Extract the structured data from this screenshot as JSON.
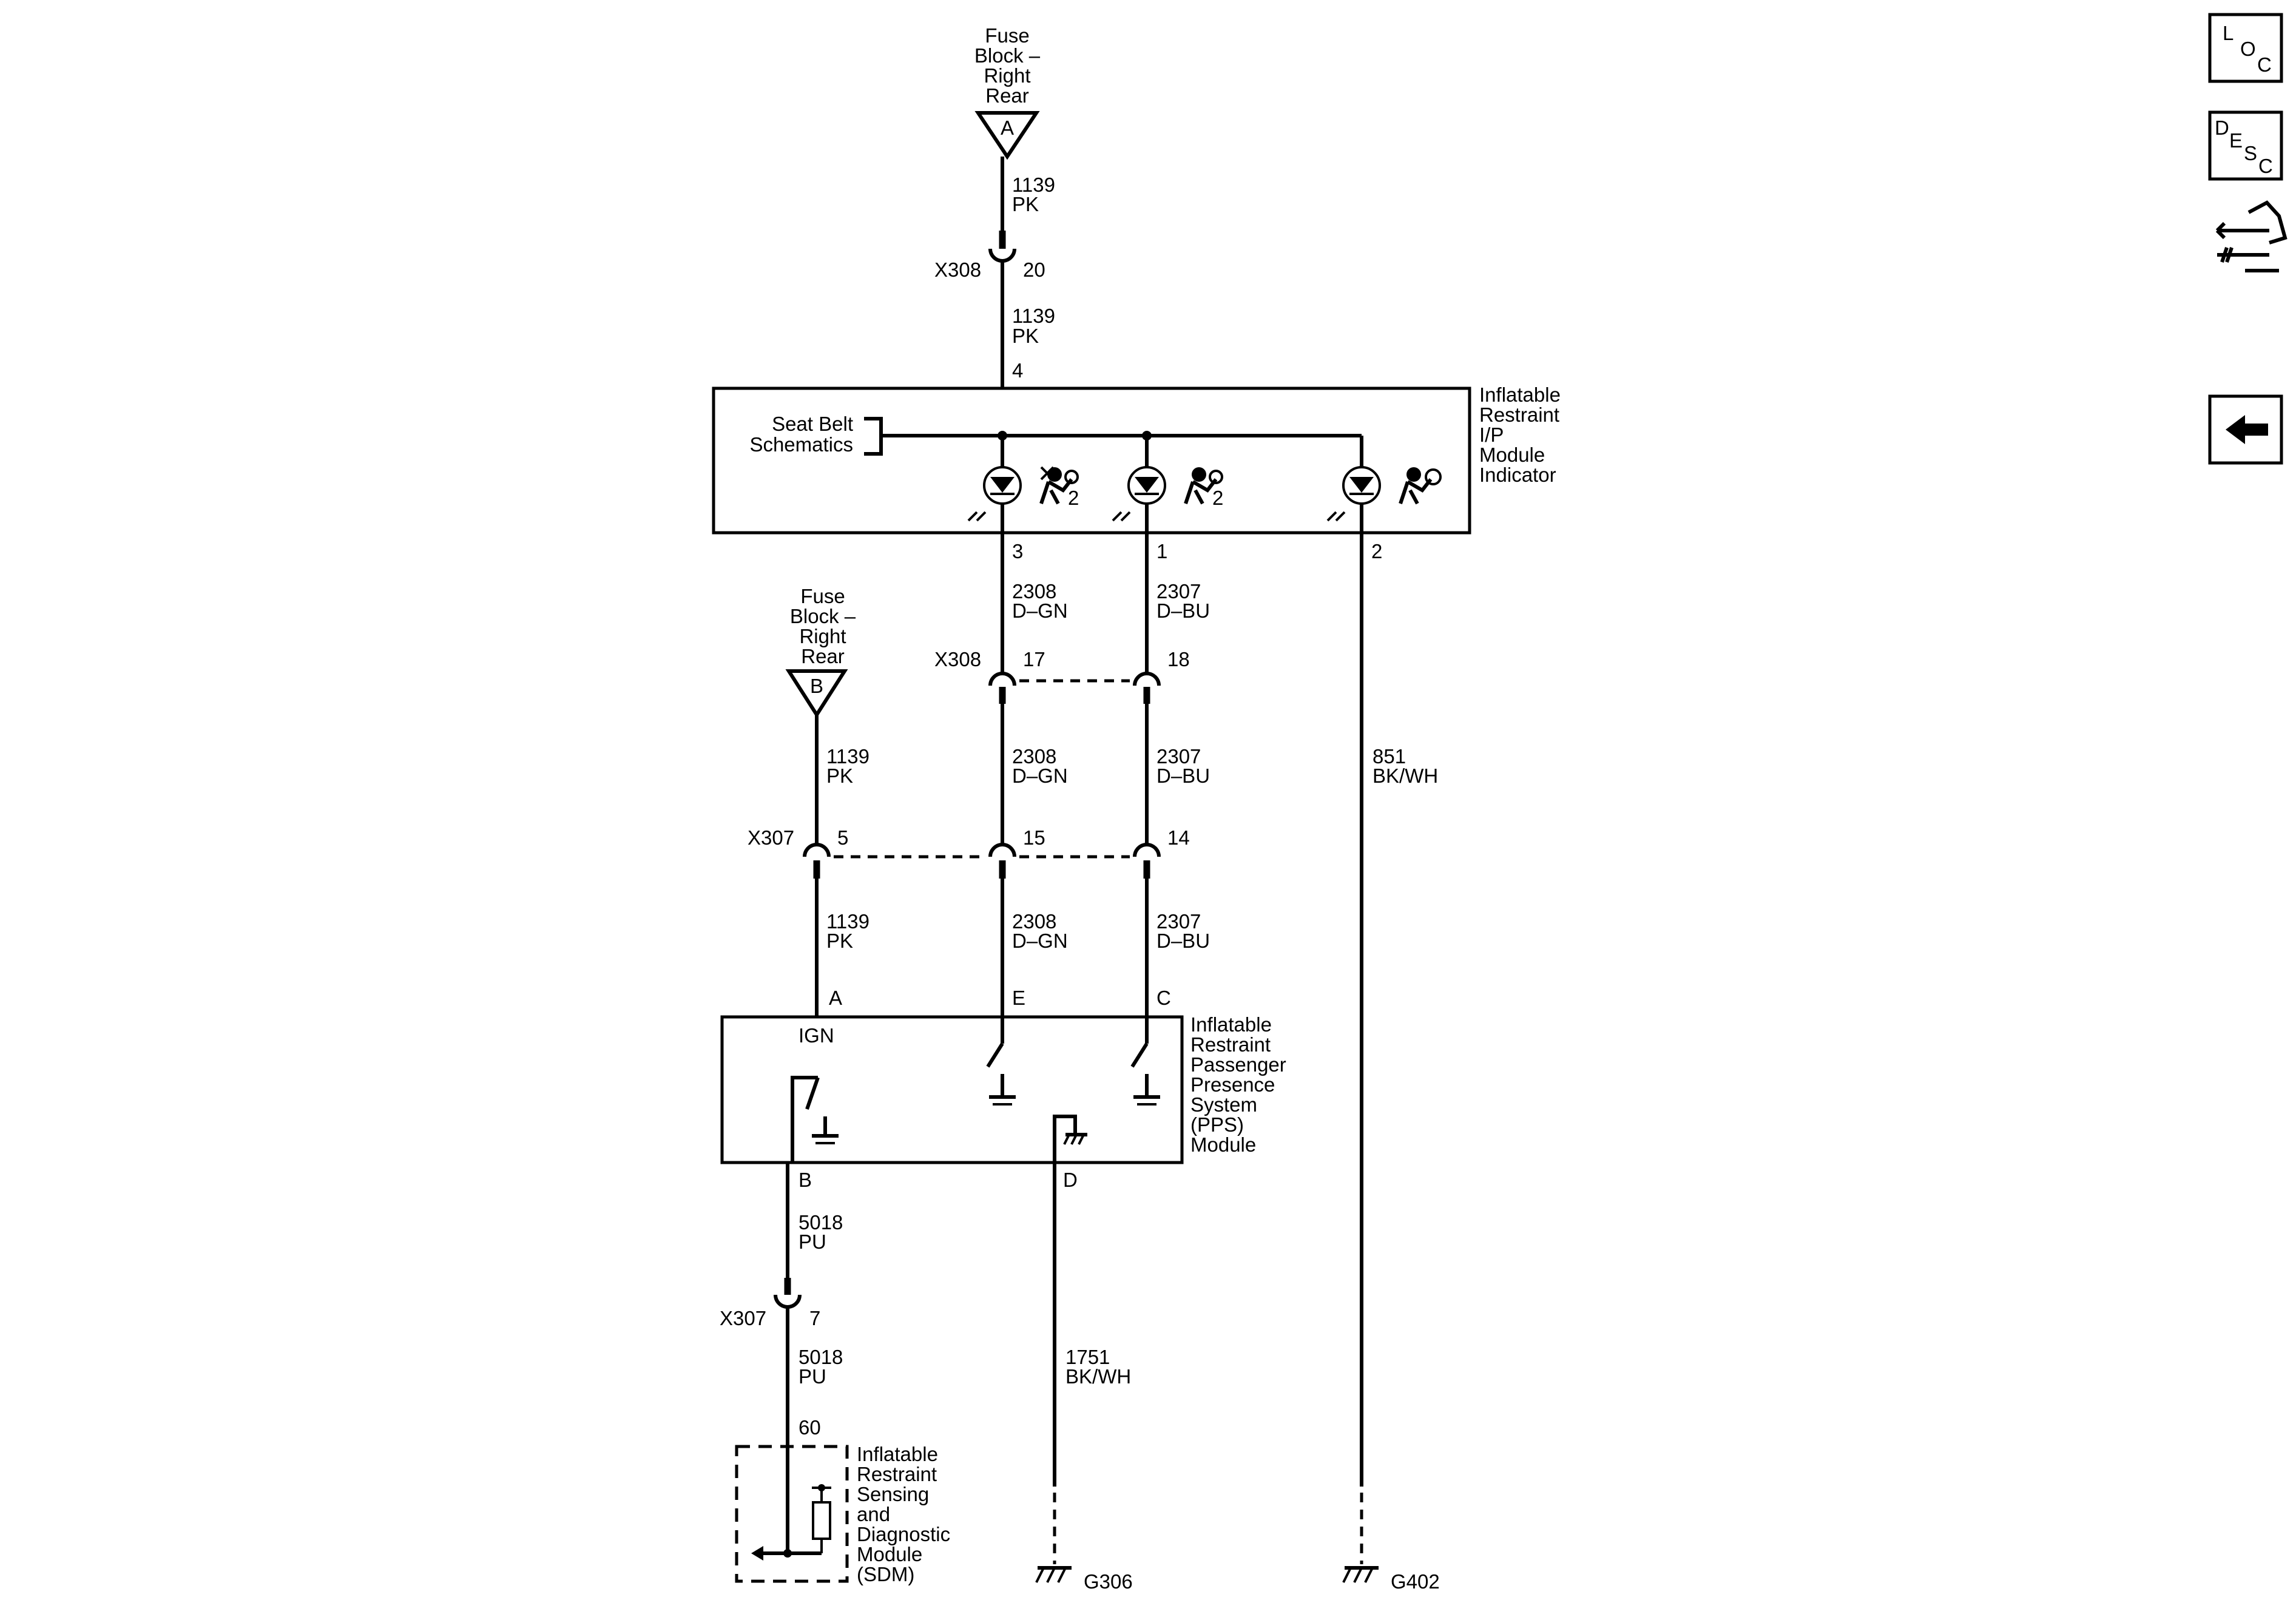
{
  "nav": {
    "loc_letters": [
      "L",
      "O",
      "C"
    ],
    "desc_letters": [
      "D",
      "E",
      "S",
      "C"
    ],
    "icons": [
      "loc-icon",
      "desc-icon",
      "connector-tools-icon",
      "back-arrow-icon"
    ]
  },
  "fuse_a": {
    "lines": [
      "Fuse",
      "Block –",
      "Right",
      "Rear"
    ],
    "letter": "A"
  },
  "fuse_b": {
    "lines": [
      "Fuse",
      "Block –",
      "Right",
      "Rear"
    ],
    "letter": "B"
  },
  "wires": {
    "w1139_top": [
      "1139",
      "PK"
    ],
    "w1139_mid": [
      "1139",
      "PK"
    ],
    "w2308_a": [
      "2308",
      "D–GN"
    ],
    "w2307_a": [
      "2307",
      "D–BU"
    ],
    "w2308_b": [
      "2308",
      "D–GN"
    ],
    "w2307_b": [
      "2307",
      "D–BU"
    ],
    "w1139_b1": [
      "1139",
      "PK"
    ],
    "w1139_b2": [
      "1139",
      "PK"
    ],
    "w2308_c": [
      "2308",
      "D–GN"
    ],
    "w2307_c": [
      "2307",
      "D–BU"
    ],
    "w851": [
      "851",
      "BK/WH"
    ],
    "w5018_a": [
      "5018",
      "PU"
    ],
    "w5018_b": [
      "5018",
      "PU"
    ],
    "w1751": [
      "1751",
      "BK/WH"
    ]
  },
  "connectors": {
    "x308_top": {
      "name": "X308",
      "pin": "20"
    },
    "x308_mid": {
      "name": "X308",
      "pins": [
        "17",
        "18"
      ]
    },
    "x307_mid": {
      "name": "X307",
      "pins": [
        "5",
        "15",
        "14"
      ]
    },
    "x307_bot": {
      "name": "X307",
      "pin": "7"
    }
  },
  "indicator_module": {
    "label_lines": [
      "Inflatable",
      "Restraint",
      "I/P",
      "Module",
      "Indicator"
    ],
    "seatbelt_lines": [
      "Seat Belt",
      "Schematics"
    ],
    "pins": {
      "top": "4",
      "left": "3",
      "mid": "1",
      "right": "2"
    },
    "airbag_suffix": [
      "2",
      "2"
    ]
  },
  "pps_module": {
    "label_lines": [
      "Inflatable",
      "Restraint",
      "Passenger",
      "Presence",
      "System",
      "(PPS)",
      "Module"
    ],
    "ign": "IGN",
    "pins": {
      "a": "A",
      "e": "E",
      "c": "C",
      "b": "B",
      "d": "D"
    }
  },
  "sdm": {
    "label_lines": [
      "Inflatable",
      "Restraint",
      "Sensing",
      "and",
      "Diagnostic",
      "Module",
      "(SDM)"
    ],
    "pin": "60"
  },
  "grounds": {
    "g306": "G306",
    "g402": "G402"
  }
}
